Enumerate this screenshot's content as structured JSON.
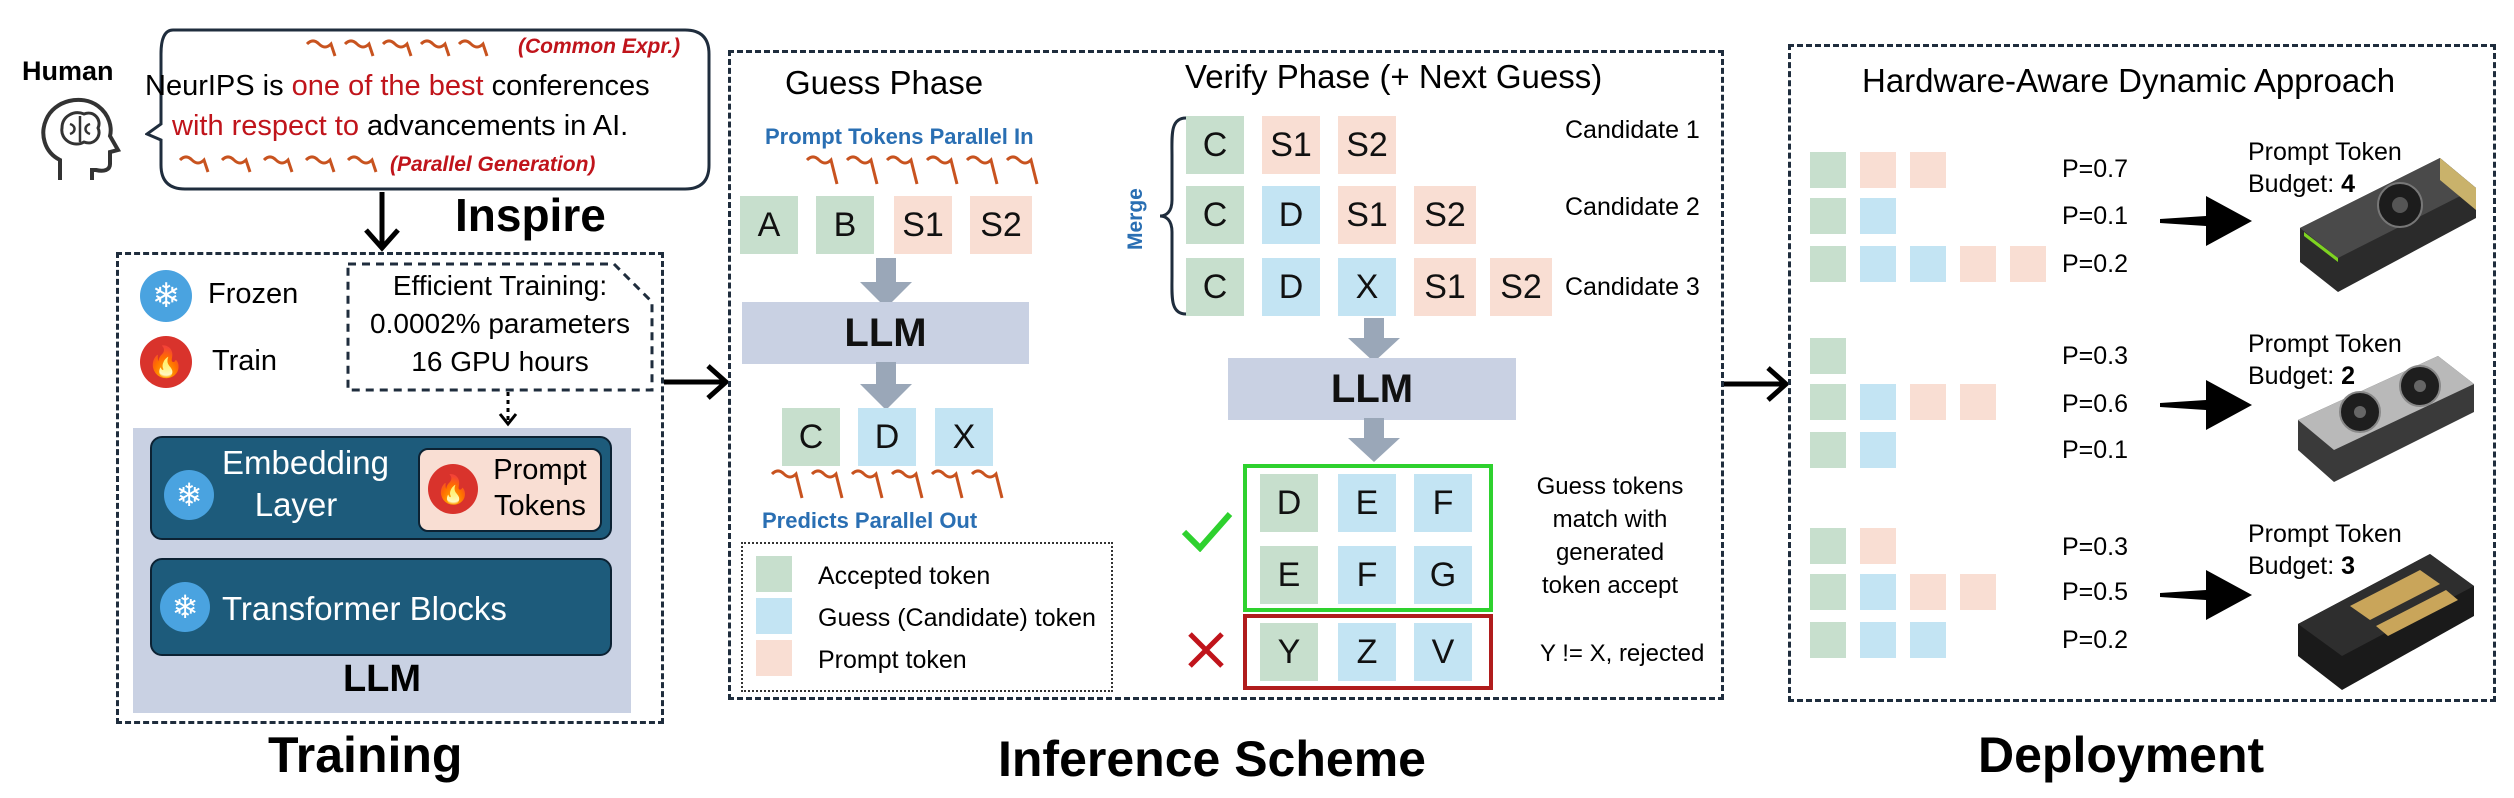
{
  "human": {
    "label": "Human",
    "line1_a": "NeurIPS is ",
    "line1_b": "one of the best",
    "line1_c": " conferences",
    "line2_a": "with respect to",
    "line2_b": " advancements in AI.",
    "common_expr": "(Common Expr.)",
    "parallel_gen": "(Parallel Generation)"
  },
  "inspire": "Inspire",
  "training": {
    "title": "Training",
    "frozen": "Frozen",
    "train": "Train",
    "efficient_1": "Efficient Training:",
    "efficient_2": "0.0002% parameters",
    "efficient_3": "16 GPU hours",
    "embedding_1": "Embedding",
    "embedding_2": "Layer",
    "prompt_1": "Prompt",
    "prompt_2": "Tokens",
    "transformer": "Transformer Blocks",
    "llm": "LLM"
  },
  "inference": {
    "title": "Inference Scheme",
    "guess_phase": "Guess Phase",
    "verify_phase": "Verify Phase (+ Next Guess)",
    "prompt_in": "Prompt Tokens Parallel In",
    "predicts_out": "Predicts Parallel Out",
    "llm": "LLM",
    "merge": "Merge",
    "input_tokens": [
      "A",
      "B",
      "S1",
      "S2"
    ],
    "output_tokens": [
      "C",
      "D",
      "X"
    ],
    "candidates": [
      {
        "label": "Candidate 1",
        "tokens": [
          "C",
          "S1",
          "S2"
        ]
      },
      {
        "label": "Candidate 2",
        "tokens": [
          "C",
          "D",
          "S1",
          "S2"
        ]
      },
      {
        "label": "Candidate 3",
        "tokens": [
          "C",
          "D",
          "X",
          "S1",
          "S2"
        ]
      }
    ],
    "accept_rows": [
      [
        "D",
        "E",
        "F"
      ],
      [
        "E",
        "F",
        "G"
      ]
    ],
    "reject_row": [
      "Y",
      "Z",
      "V"
    ],
    "accept_note_1": "Guess tokens",
    "accept_note_2": "match with",
    "accept_note_3": "generated",
    "accept_note_4": "token accept",
    "reject_note": "Y != X, rejected",
    "legend": {
      "accepted": "Accepted token",
      "guess": "Guess (Candidate) token",
      "prompt": "Prompt token"
    },
    "colors": {
      "accepted": "#c7dfcd",
      "candidate": "#c3e4f3",
      "prompt": "#f9ded3",
      "accept_border": "#2ed12e",
      "reject_border": "#b01c1c"
    }
  },
  "deployment": {
    "title": "Deployment",
    "header": "Hardware-Aware Dynamic Approach",
    "groups": [
      {
        "probs": [
          "P=0.7",
          "P=0.1",
          "P=0.2"
        ],
        "budget_label": "Prompt Token",
        "budget_prefix": "Budget: ",
        "budget_value": "4"
      },
      {
        "probs": [
          "P=0.3",
          "P=0.6",
          "P=0.1"
        ],
        "budget_label": "Prompt Token",
        "budget_prefix": "Budget: ",
        "budget_value": "2"
      },
      {
        "probs": [
          "P=0.3",
          "P=0.5",
          "P=0.2"
        ],
        "budget_label": "Prompt Token",
        "budget_prefix": "Budget: ",
        "budget_value": "3"
      }
    ]
  }
}
